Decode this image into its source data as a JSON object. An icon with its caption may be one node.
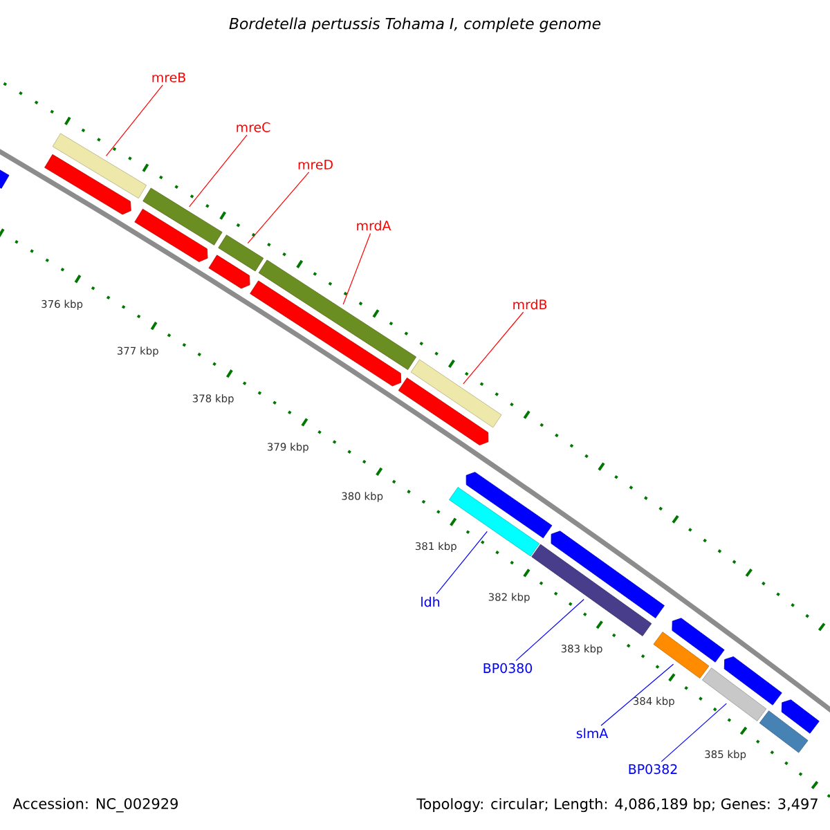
{
  "diagram": {
    "title": "Bordetella pertussis Tohama I, complete genome",
    "nodes": [
      {
        "text": [
          "mreB"
        ]
      },
      {
        "text": [
          "mreC"
        ]
      },
      {
        "text": [
          "mreD"
        ]
      },
      {
        "text": [
          "mrdA"
        ]
      },
      {
        "text": [
          "mrdB"
        ]
      },
      {
        "text": [
          "ldh"
        ]
      },
      {
        "text": [
          "BP0380"
        ]
      },
      {
        "text": [
          "slmA"
        ]
      },
      {
        "text": [
          "BP0382"
        ]
      },
      {
        "text": [],
        "shape": "bar"
      },
      {
        "text": [],
        "shape": "bar"
      },
      {
        "text": [],
        "shape": "bar"
      },
      {
        "text": [],
        "shape": "bar"
      },
      {
        "text": [],
        "shape": "bar"
      },
      {
        "text": [],
        "shape": "bar"
      },
      {
        "text": [],
        "shape": "bar"
      },
      {
        "text": [],
        "shape": "bar"
      },
      {
        "text": [],
        "shape": "bar"
      },
      {
        "text": [],
        "shape": "arrow"
      },
      {
        "text": [],
        "shape": "arrow"
      },
      {
        "text": [],
        "shape": "arrow"
      },
      {
        "text": [],
        "shape": "arrow"
      },
      {
        "text": [],
        "shape": "arrow"
      },
      {
        "text": [],
        "shape": "arrow"
      },
      {
        "text": [],
        "shape": "arrow"
      },
      {
        "text": [],
        "shape": "arrow"
      },
      {
        "text": [],
        "shape": "arrow"
      },
      {
        "text": [],
        "shape": "arrow"
      },
      {
        "text": [],
        "shape": "arrow"
      },
      {
        "text": [],
        "shape": "bar"
      }
    ],
    "edges": [
      {
        "from": 0,
        "to": 9,
        "arrow": "none"
      },
      {
        "from": 1,
        "to": 10,
        "arrow": "none"
      },
      {
        "from": 2,
        "to": 11,
        "arrow": "none"
      },
      {
        "from": 3,
        "to": 12,
        "arrow": "none"
      },
      {
        "from": 4,
        "to": 13,
        "arrow": "none"
      },
      {
        "from": 5,
        "to": 14,
        "arrow": "none",
        "color": "#0000ff"
      },
      {
        "from": 6,
        "to": 15,
        "arrow": "none",
        "color": "#0000ff"
      },
      {
        "from": 7,
        "to": 16,
        "arrow": "none",
        "color": "#0000ff"
      },
      {
        "from": 8,
        "to": 17,
        "arrow": "none",
        "color": "#0000ff"
      }
    ],
    "labels": [
      "376 kbp",
      "377 kbp",
      "378 kbp",
      "379 kbp",
      "380 kbp",
      "381 kbp",
      "382 kbp",
      "383 kbp",
      "384 kbp",
      "385 kbp",
      "Accession: NC_002929",
      "Topology: circular; Length: 4,086,189 bp; Genes: 3,497"
    ]
  }
}
